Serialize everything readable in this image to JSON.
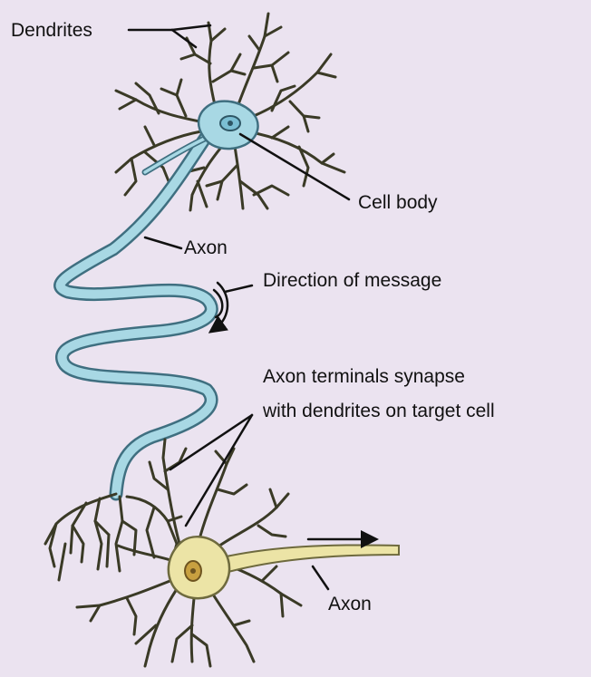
{
  "labels": {
    "dendrites": "Dendrites",
    "cell_body": "Cell body",
    "axon_top": "Axon",
    "direction": "Direction of message",
    "terminals_line1": "Axon terminals synapse",
    "terminals_line2": "with dendrites on target cell",
    "axon_bottom": "Axon"
  },
  "colors": {
    "background": "#ebe3f0",
    "neuron1_fill": "#a8d8e4",
    "neuron1_outline": "#3f6f80",
    "neuron1_nucleus": "#7bbfd4",
    "neuron2_fill": "#ece4a6",
    "neuron2_outline": "#6e6a3e",
    "neuron2_nucleus": "#c8a040",
    "dendrite_ink": "#3a3a26",
    "label_ink": "#111111"
  }
}
